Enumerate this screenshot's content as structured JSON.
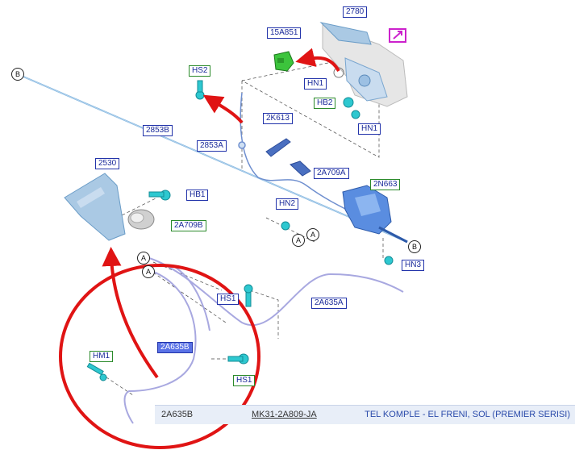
{
  "labels": {
    "p2780": "2780",
    "p15A851": "15A851",
    "hs2_top": "HS2",
    "hn1_a": "HN1",
    "hb2": "HB2",
    "hn1_b": "HN1",
    "p2853B": "2853B",
    "p2K613": "2K613",
    "p2853A": "2853A",
    "p2A709A": "2A709A",
    "p2530": "2530",
    "hb1": "HB1",
    "p2N663": "2N663",
    "hn2": "HN2",
    "p2A709B": "2A709B",
    "hn3": "HN3",
    "hs1_a": "HS1",
    "p2A635A": "2A635A",
    "p2A635B": "2A635B",
    "hm1": "HM1",
    "hs1_b": "HS1"
  },
  "callouts": {
    "b_top": "B",
    "b_right": "B",
    "a_1": "A",
    "a_2": "A",
    "a_3": "A",
    "a_4": "A"
  },
  "info": {
    "code": "2A635B",
    "part_number": "MK31-2A809-JA",
    "description": "TEL KOMPLE - EL FRENI, SOL (PREMIER SERISI)"
  },
  "icons": {
    "external_link": "external-link-icon"
  },
  "colors": {
    "label_border_blue": "#2233aa",
    "label_border_green": "#2a8a2a",
    "highlight_circle": "#e01414",
    "selected_label": "#5a72e6",
    "external_link_border": "#cc22cc"
  }
}
